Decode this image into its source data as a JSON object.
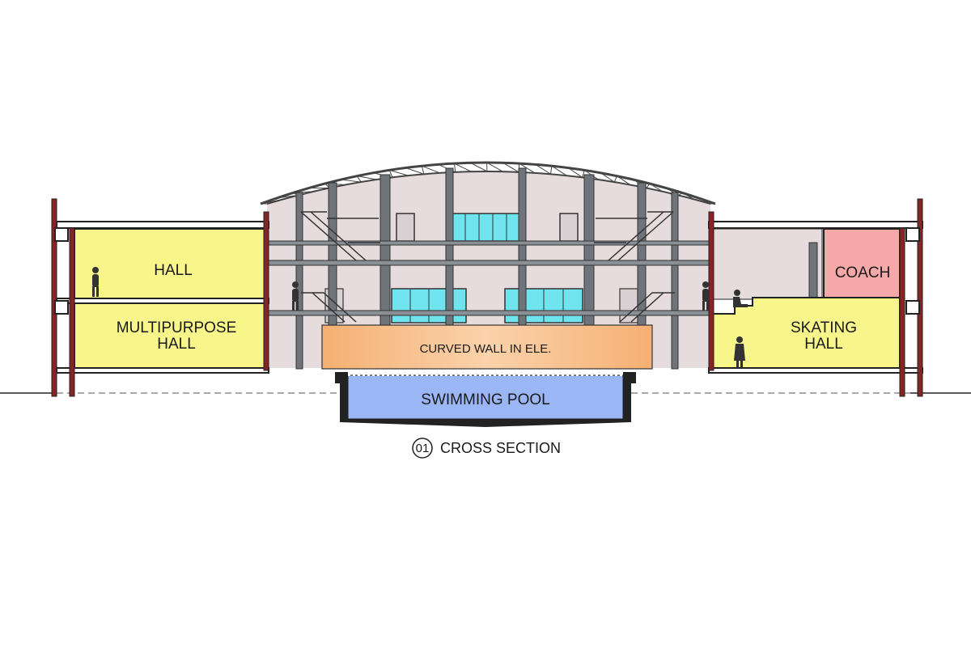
{
  "drawing": {
    "rooms": {
      "hall": "HALL",
      "multipurpose_line1": "MULTIPURPOSE",
      "multipurpose_line2": "HALL",
      "coach": "COACH",
      "skating_line1": "SKATING",
      "skating_line2": "HALL",
      "curved_wall": "CURVED WALL IN ELE.",
      "swimming_pool": "SWIMMING POOL"
    },
    "caption": {
      "number": "01",
      "title": "CROSS SECTION"
    },
    "colors": {
      "hall_fill": "#f8f58a",
      "coach_fill": "#f5a8a8",
      "atrium_fill": "#e6dcdd",
      "curved_wall_fill": "#f6bd86",
      "pool_fill": "#9bb6f5",
      "glazing_fill": "#6fe3ee",
      "steel": "#6f747a",
      "wall_red": "#8a2424"
    }
  }
}
